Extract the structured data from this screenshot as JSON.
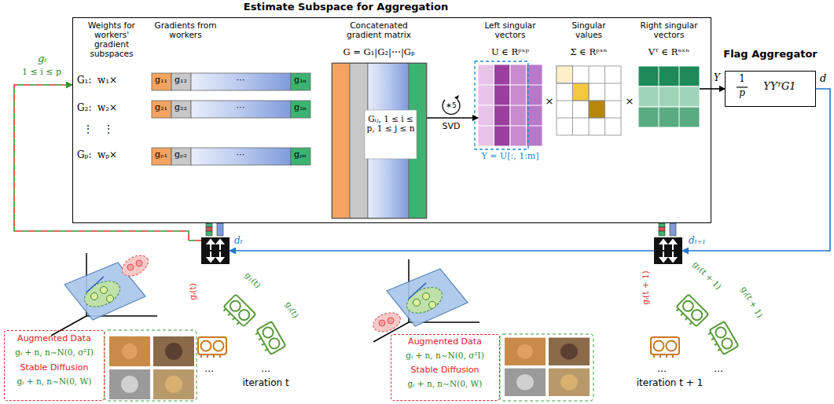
{
  "diagram": {
    "nodes": [
      {
        "text": [
          "Estimate Subspace for Aggregation"
        ]
      },
      {
        "text": [
          "Weights for workers' gradient subspaces",
          "G₁:",
          "w₁×",
          "G₂:",
          "w₂×",
          "⋮",
          "⋮",
          "Gₚ:",
          "wₚ×"
        ],
        "in": 0
      },
      {
        "text": [
          "Gradients from workers",
          "g₁₁",
          "g₁₂",
          "⋯",
          "g₁ₙ",
          "g₂₁",
          "g₂₂",
          "⋯",
          "g₂ₙ",
          "gₚ₁",
          "gₚ₂",
          "⋯",
          "gₚₙ"
        ],
        "in": 0
      },
      {
        "text": [
          "Concatenated gradient matrix",
          "G = G₁|G₂|⋯|Gₚ",
          "Gᵢⱼ, 1 ≤ i ≤ p, 1 ≤ j ≤ n"
        ],
        "in": 0
      },
      {
        "text": [
          "Left singular vectors",
          "U ∈ Rᵖˣᵖ"
        ],
        "in": 0
      },
      {
        "text": [
          "Singular values",
          "Σ ∈ Rᵖˣⁿ"
        ],
        "in": 0
      },
      {
        "text": [
          "Right singular vectors",
          "Vᵀ ∈ Rⁿˣⁿ"
        ],
        "in": 0
      },
      {
        "text": [
          "Flag Aggregator",
          "1",
          "p",
          "YYᵀG1"
        ]
      },
      {
        "text": [
          "iteration t"
        ]
      },
      {
        "text": [
          "iteration t + 1"
        ]
      },
      {
        "text": [
          "Augmented Data",
          "gᵢ + n, n∼N(0, σ²I)",
          "Stable Diffusion",
          "gᵢ + n, n∼N(0, W)"
        ]
      },
      {
        "text": [
          "Augmented Data",
          "gᵢ + n, n∼N(0, σ²I)",
          "Stable Diffusion",
          "gᵢ + n, n∼N(0, W)"
        ]
      }
    ],
    "edges": [
      {
        "from": 3,
        "to": 4,
        "label": "SVD",
        "arrow": "to"
      },
      {
        "from": 6,
        "to": 7,
        "label": "Y",
        "arrow": "to"
      },
      {
        "from": 7,
        "to": 9,
        "label": "d",
        "arrow": "to"
      },
      {
        "from": 9,
        "to": 8,
        "label": "dₜ",
        "arrow": "to"
      },
      {
        "from": 8,
        "to": 0,
        "label": "gᵢ",
        "arrow": "to"
      }
    ],
    "labels": [
      "1 ≤ i ≤ p",
      "∗5",
      "Y = U[:, 1:m]",
      "×",
      "×",
      "dₜ₊₁",
      "g₁(t)",
      "gᵢ(t)",
      "gⱼ(t)",
      "…",
      "…",
      "g₁(t + 1)",
      "gᵢ(t + 1)",
      "gⱼ(t + 1)",
      "…",
      "…"
    ]
  }
}
